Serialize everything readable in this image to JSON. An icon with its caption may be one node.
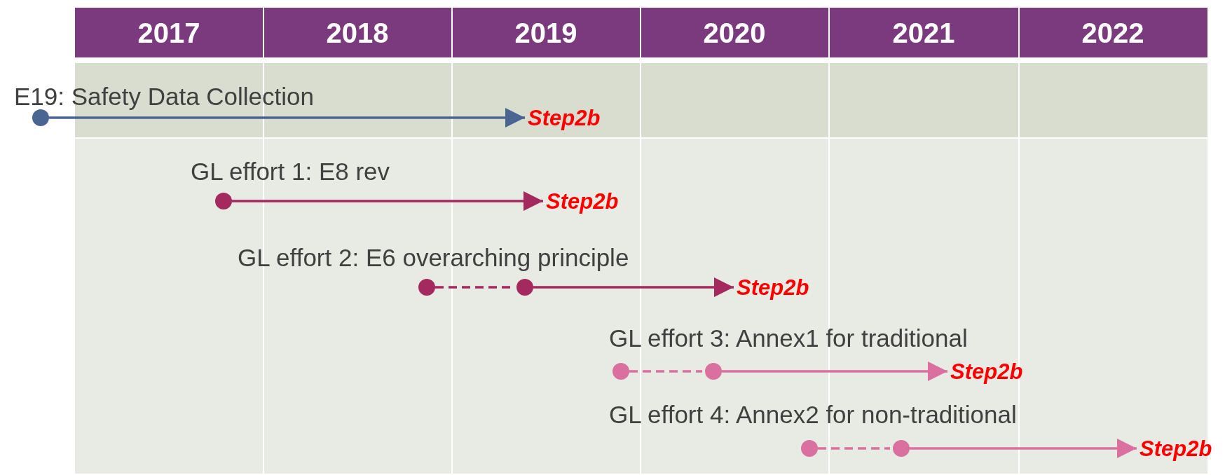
{
  "diagram": {
    "nodes": [
      {
        "text": [],
        "shape": "circle"
      },
      {
        "text": [
          "Step2b"
        ]
      },
      {
        "text": [],
        "shape": "circle"
      },
      {
        "text": [
          "Step2b"
        ]
      },
      {
        "text": [],
        "shape": "circle"
      },
      {
        "text": [],
        "shape": "circle"
      },
      {
        "text": [
          "Step2b"
        ]
      },
      {
        "text": [],
        "shape": "circle"
      },
      {
        "text": [],
        "shape": "circle"
      },
      {
        "text": [
          "Step2b"
        ]
      },
      {
        "text": [],
        "shape": "circle"
      },
      {
        "text": [],
        "shape": "circle"
      },
      {
        "text": [
          "Step2b"
        ]
      }
    ],
    "edges": [
      {
        "from": 0,
        "to": 1,
        "arrow": "to",
        "color": "#4a6591"
      },
      {
        "from": 2,
        "to": 3,
        "arrow": "to",
        "color": "#a3295e"
      },
      {
        "from": 4,
        "to": 5,
        "arrow": "none",
        "style": "dashed",
        "color": "#a3295e"
      },
      {
        "from": 5,
        "to": 6,
        "arrow": "to",
        "color": "#a3295e"
      },
      {
        "from": 7,
        "to": 8,
        "arrow": "none",
        "style": "dashed"
      },
      {
        "from": 8,
        "to": 9,
        "arrow": "to"
      },
      {
        "from": 10,
        "to": 11,
        "arrow": "none",
        "style": "dashed"
      },
      {
        "from": 11,
        "to": 12,
        "arrow": "to"
      }
    ],
    "labels": [
      "2017",
      "2018",
      "2019",
      "2020",
      "2021",
      "2022",
      "E19: Safety Data Collection",
      "GL effort 1: E8 rev",
      "GL effort 2: E6 overarching principle",
      "GL effort 3: Annex1 for traditional",
      "GL effort 4: Annex2 for non-traditional"
    ]
  }
}
